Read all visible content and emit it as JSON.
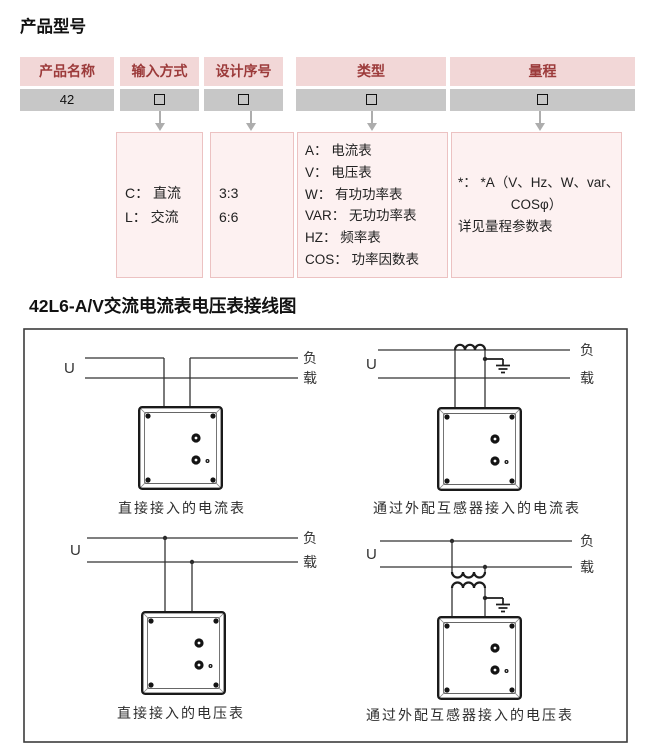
{
  "page": {
    "title": "产品型号"
  },
  "colors": {
    "header_bg": "#f2d7d7",
    "header_text": "#9c3b3b",
    "value_row_bg": "#c7c7c7",
    "box_bg": "#fdf1f1",
    "box_border": "#ecc2c2",
    "line": "#333333",
    "arrow": "#adadad"
  },
  "model_table": {
    "columns": [
      {
        "header": "产品名称",
        "value": "42",
        "symbol": "none"
      },
      {
        "header": "输入方式",
        "value": "",
        "symbol": "empty-box"
      },
      {
        "header": "设计序号",
        "value": "",
        "symbol": "empty-box"
      },
      {
        "header": "类型",
        "value": "",
        "symbol": "empty-box"
      },
      {
        "header": "量程",
        "value": "",
        "symbol": "empty-box"
      }
    ]
  },
  "boxes": {
    "input_mode": {
      "lines": [
        "C： 直流",
        "L： 交流"
      ]
    },
    "design_serial": {
      "lines": [
        "3:3",
        "6:6"
      ]
    },
    "type": {
      "lines": [
        "A： 电流表",
        "V： 电压表",
        "W： 有功功率表",
        "VAR： 无功功率表",
        "HZ： 频率表",
        "COS： 功率因数表"
      ]
    },
    "range": {
      "lines": [
        "*： *A（V、Hz、W、var、",
        "COSφ）",
        "详见量程参数表"
      ]
    }
  },
  "wiring": {
    "title": "42L6-A/V交流电流表电压表接线图",
    "source_label": "U",
    "load_char1": "负",
    "load_char2": "载",
    "diagrams": [
      {
        "caption": "直接接入的电流表"
      },
      {
        "caption": "通过外配互感器接入的电流表"
      },
      {
        "caption": "直接接入的电压表"
      },
      {
        "caption": "通过外配互感器接入的电压表"
      }
    ]
  }
}
